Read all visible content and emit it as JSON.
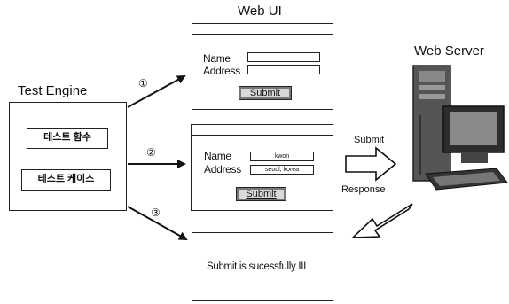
{
  "web_ui": {
    "title": "Web UI"
  },
  "web_server": {
    "title": "Web Server"
  },
  "test_engine": {
    "title": "Test Engine",
    "function_label": "테스트 함수",
    "case_label": "테스트 케이스"
  },
  "steps": [
    "①",
    "②",
    "③"
  ],
  "form1": {
    "name_label": "Name",
    "address_label": "Address",
    "name_value": "",
    "address_value": "",
    "submit": "Submit"
  },
  "form2": {
    "name_label": "Name",
    "address_label": "Address",
    "name_value": "kwon",
    "address_value": "seoul, korea",
    "submit": "Submit"
  },
  "result": {
    "message": "Submit is sucessfully III"
  },
  "flows": {
    "submit": "Submit",
    "response": "Response"
  }
}
